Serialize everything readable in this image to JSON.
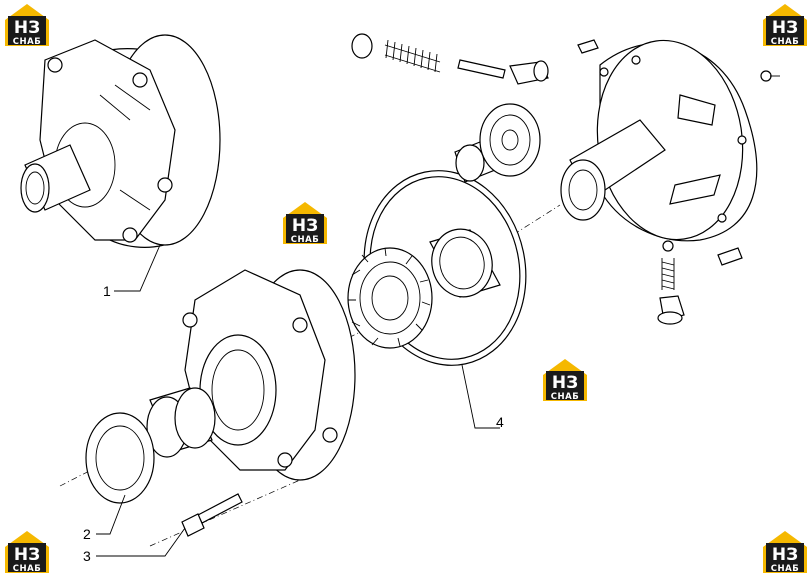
{
  "callouts": [
    {
      "id": "1",
      "label": "1"
    },
    {
      "id": "2",
      "label": "2"
    },
    {
      "id": "3",
      "label": "3"
    },
    {
      "id": "4",
      "label": "4"
    }
  ],
  "watermark": {
    "brand": "НЗ",
    "sub": "СНАБ",
    "colors": {
      "gold": "#f5b800",
      "dark": "#1a1a1a",
      "white": "#ffffff"
    }
  }
}
